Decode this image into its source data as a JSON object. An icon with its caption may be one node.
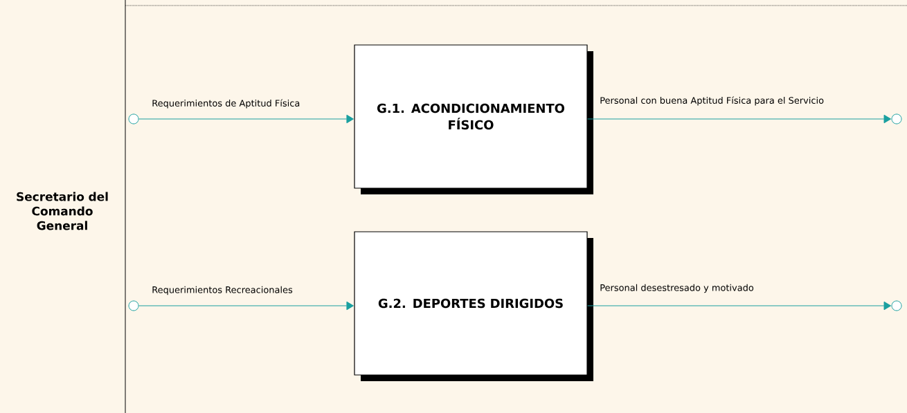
{
  "diagram": {
    "nodes": [
      {
        "text": [
          "Secretario del Comando General"
        ]
      },
      {
        "text": [],
        "shape": "circle"
      },
      {
        "text": [
          "G.1. ACONDICIONAMIENTO FÍSICO"
        ]
      },
      {
        "text": [],
        "shape": "circle"
      },
      {
        "text": [],
        "shape": "circle"
      },
      {
        "text": [
          "G.2. DEPORTES DIRIGIDOS"
        ]
      },
      {
        "text": [],
        "shape": "circle"
      }
    ],
    "edges": [
      {
        "from": 1,
        "to": 2,
        "arrow": "to",
        "label": "Requerimientos de Aptitud Física"
      },
      {
        "from": 2,
        "to": 3,
        "arrow": "to",
        "label": "Personal con buena Aptitud Física para el Servicio"
      },
      {
        "from": 4,
        "to": 5,
        "arrow": "to",
        "label": "Requerimientos Recreacionales"
      },
      {
        "from": 5,
        "to": 6,
        "arrow": "to",
        "label": "Personal desestresado y motivado"
      }
    ]
  }
}
